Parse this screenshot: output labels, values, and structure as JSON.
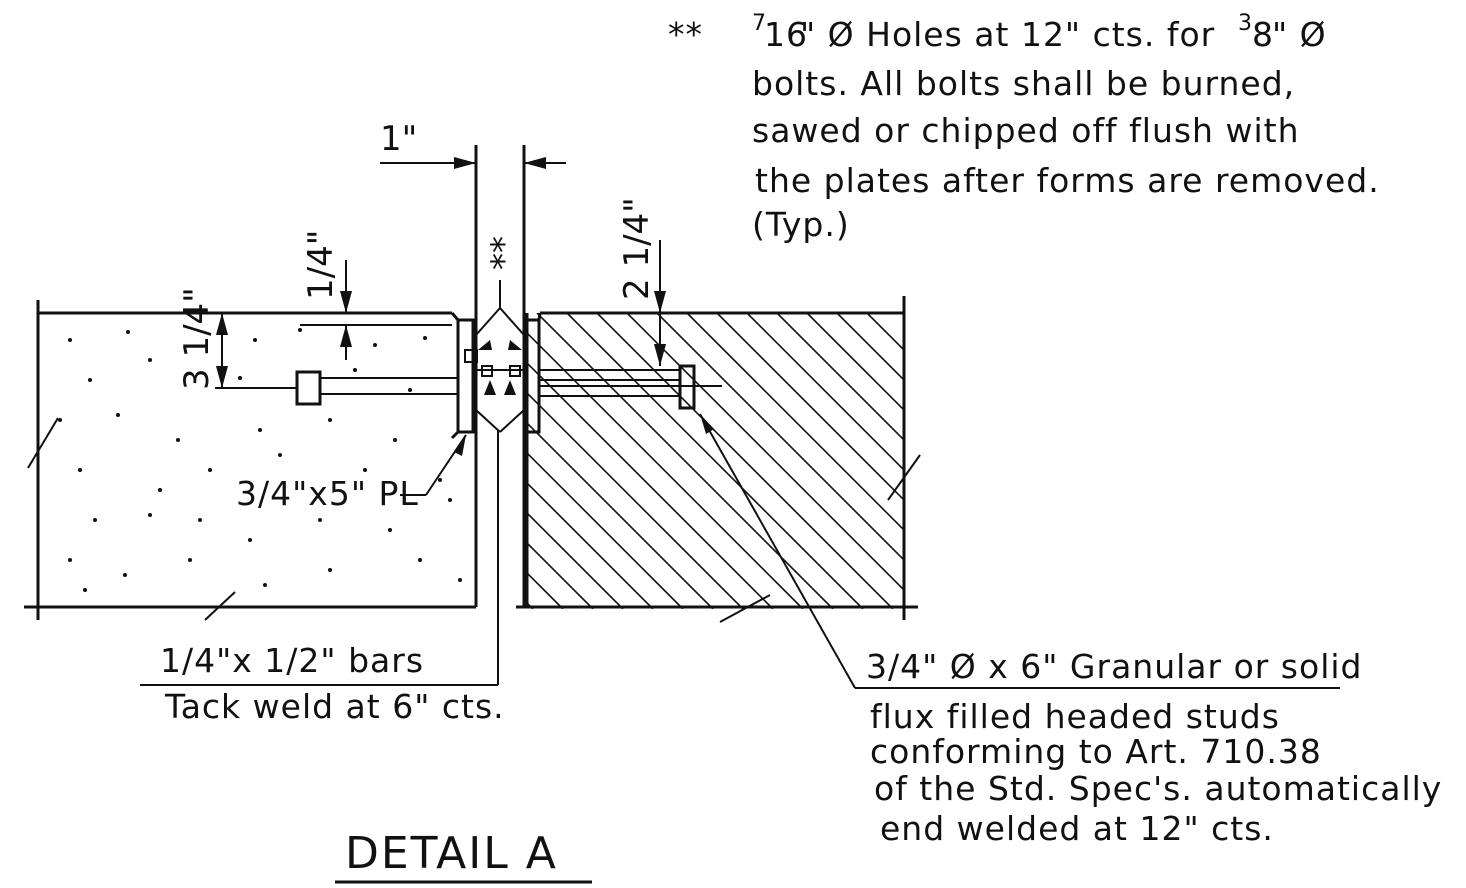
{
  "detail_title": "DETAIL A",
  "bolt_note": {
    "marker": "**",
    "line1_frac": "7",
    "line1_frac_den": "16",
    "line1_text": "\" Ø Holes at 12\" cts. for ",
    "line1_frac2": "3",
    "line1_frac2_den": "8",
    "line1_end": "\" Ø",
    "line2": "bolts. All bolts shall be burned,",
    "line3": "sawed or chipped off flush with",
    "line4": "the plates after forms are removed.",
    "line5": "(Typ.)"
  },
  "dimensions": {
    "gap": "1\"",
    "hole_marker": "**",
    "top_left": "1/4\"",
    "left_vertical": "3 1/4\"",
    "right_vertical": "2 1/4\""
  },
  "labels": {
    "plate": "3/4\"x5\" PL",
    "bars_line1": "1/4\"x 1/2\" bars",
    "bars_line2": "Tack weld at 6\" cts.",
    "stud_line1": "3/4\" Ø x 6\" Granular or solid",
    "stud_line2": "flux filled headed studs",
    "stud_line3": "conforming to Art. 710.38",
    "stud_line4": "of the Std. Spec's. automatically",
    "stud_line5": "end welded at 12\" cts."
  }
}
